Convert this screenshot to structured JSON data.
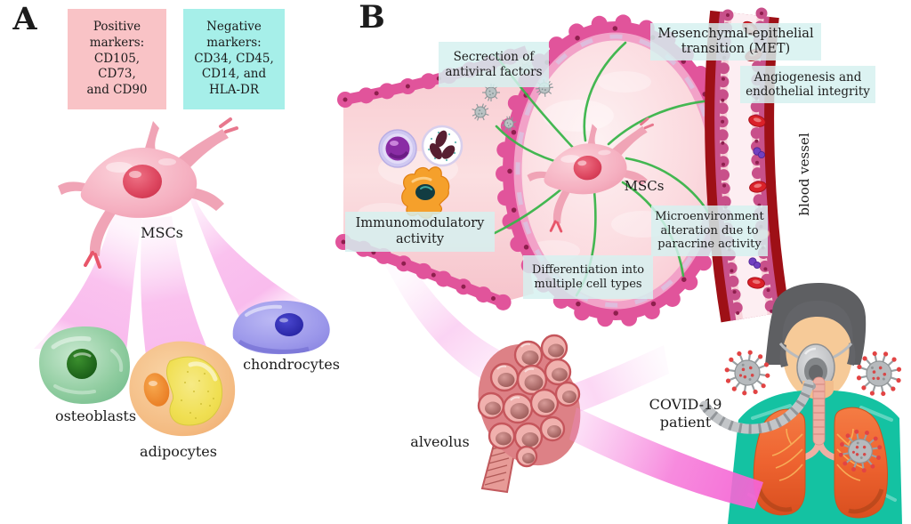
{
  "figure": {
    "panel_a": {
      "tag": "A",
      "positive_marker_box": "Positive\nmarkers:\nCD105,\nCD73,\nand CD90",
      "negative_marker_box": "Negative\nmarkers:\nCD34, CD45,\nCD14, and\nHLA-DR",
      "msc_label": "MSCs",
      "osteoblasts_label": "osteoblasts",
      "adipocytes_label": "adipocytes",
      "chondrocytes_label": "chondrocytes"
    },
    "panel_b": {
      "tag": "B",
      "secretion_label": "Secrection of\nantiviral factors",
      "met_label": "Mesenchymal-epithelial\ntransition (MET)",
      "angiogenesis_label": "Angiogenesis and\nendothelial integrity",
      "immunomodulatory_label": "Immunomodulatory\nactivity",
      "differentiation_label": "Differentiation into\nmultiple cell types",
      "microenvironment_label": "Microenvironment\nalteration due to\nparacrine activity",
      "msc_label": "MSCs",
      "blood_vessel_label": "blood vessel",
      "alveolus_label": "alveolus",
      "covid_patient_label": "COVID-19\npatient"
    },
    "palette": {
      "positive_box_bg": "#f9c3c6",
      "negative_box_bg": "#a6efe9",
      "callout_bg": "#d5f1f0",
      "tissue_pink": "#f8ccd2",
      "membrane_magenta": "#e1549b",
      "membrane_dot": "#9b1b50",
      "green_signal": "#3ab54a",
      "vessel_wall_red": "#9e1016",
      "rbc_red": "#da2129",
      "beam_magenta": "#f26fd7",
      "shirt_teal": "#14c2a2",
      "lung_orange": "#ee6330",
      "virus_gray": "#b6babd",
      "text_color": "#1c1c1c"
    }
  }
}
